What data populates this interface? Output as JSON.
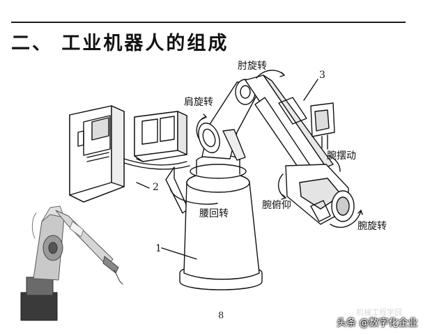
{
  "slide": {
    "title": "二、 工业机器人的组成",
    "page_number": "8"
  },
  "labels": {
    "elbow_rotation": "肘旋转",
    "shoulder_rotation": "肩旋转",
    "wrist_swing": "腕摆动",
    "waist_rotation": "腰回转",
    "wrist_pitch": "腕俯仰",
    "wrist_rotation": "腕旋转"
  },
  "callouts": {
    "base": "1",
    "controller": "2",
    "arm": "3"
  },
  "watermark": {
    "text": "头条 @数字化企业",
    "faint": "机械工程学园"
  }
}
